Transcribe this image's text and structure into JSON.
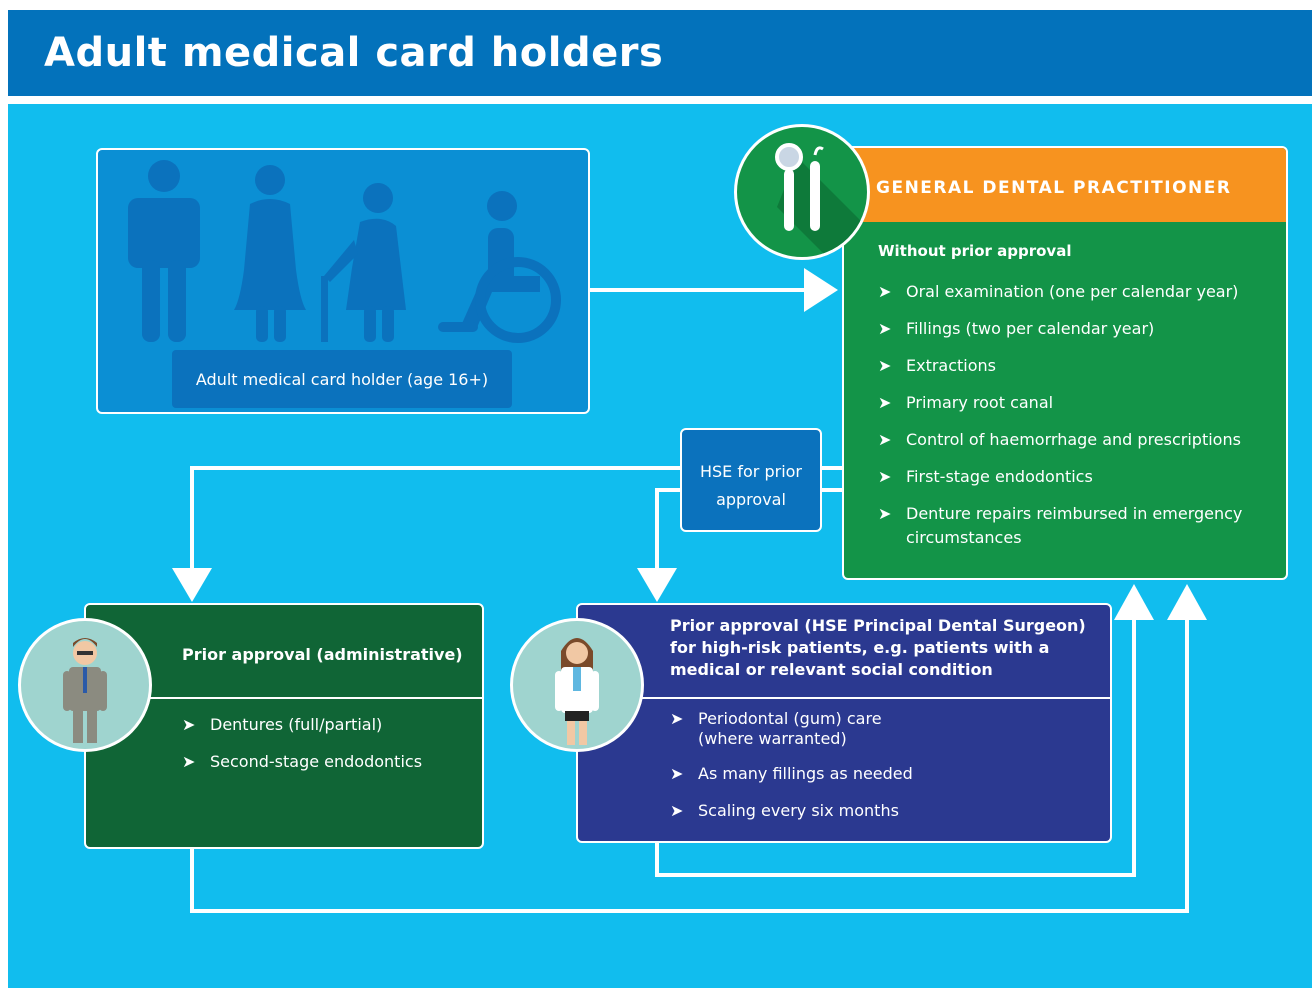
{
  "header": {
    "title": "Adult medical card holders"
  },
  "colors": {
    "header_bg": "#0372bb",
    "canvas_bg": "#11bdee",
    "gdp_green": "#139448",
    "gdp_orange": "#f7931f",
    "admin_green": "#106536",
    "dental_navy": "#2b3990",
    "hse_blue": "#0b72bd"
  },
  "people": {
    "label": "Adult medical card holder (age 16+)",
    "icons": [
      "man-icon",
      "woman-icon",
      "elderly-woman-with-cane-icon",
      "wheelchair-user-icon"
    ]
  },
  "gdp": {
    "title": "GENERAL DENTAL PRACTITIONER",
    "subtitle": "Without prior approval",
    "items": [
      "Oral examination (one per calendar year)",
      "Fillings (two per calendar year)",
      "Extractions",
      "Primary root canal",
      "Control of haemorrhage and prescriptions",
      "First-stage endodontics",
      "Denture repairs reimbursed in emergency circumstances"
    ]
  },
  "hse": {
    "label": "HSE for prior approval"
  },
  "admin": {
    "title": "Prior approval (administrative)",
    "items": [
      "Dentures (full/partial)",
      "Second-stage endodontics"
    ]
  },
  "dental": {
    "title": "Prior approval (HSE Principal Dental Surgeon) for high-risk patients, e.g. patients with a medical or relevant social condition",
    "items": [
      "Periodontal (gum) care (where warranted)",
      "As many fillings as needed",
      "Scaling every six months"
    ]
  },
  "bullet": "➤"
}
